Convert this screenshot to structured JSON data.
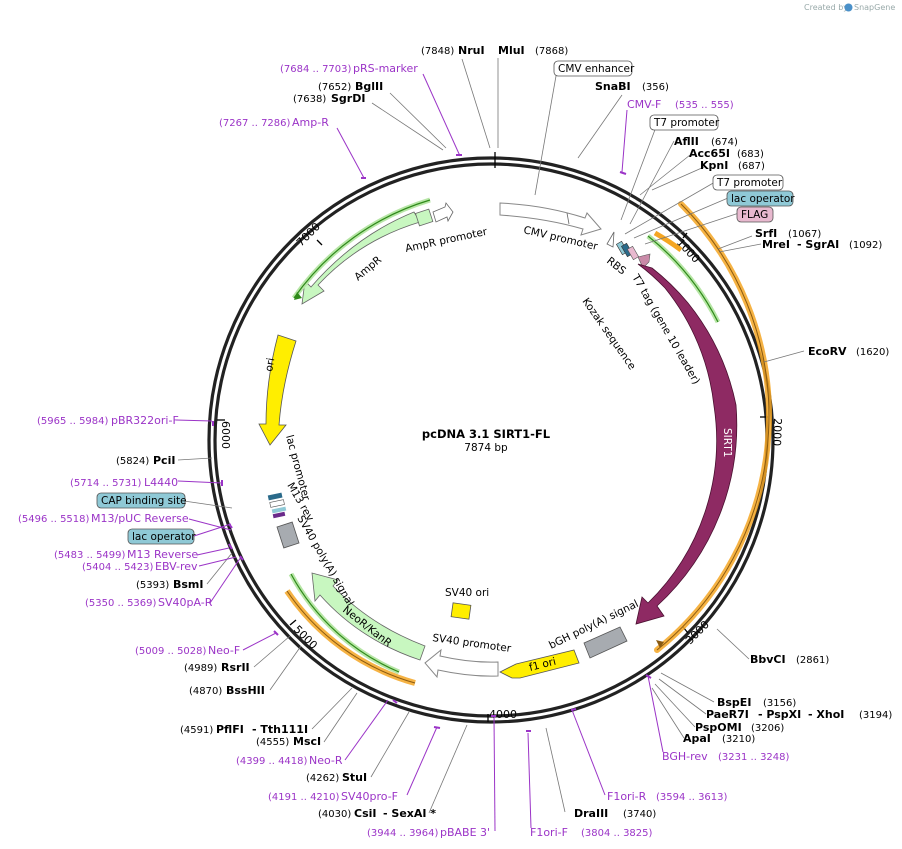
{
  "watermark": {
    "prefix": "Created by",
    "brand": "SnapGene"
  },
  "plasmid": {
    "name": "pcDNA 3.1 SIRT1-FL",
    "length_label": "7874 bp"
  },
  "tick_labels": [
    "1000",
    "2000",
    "3000",
    "4000",
    "5000",
    "6000",
    "7000"
  ],
  "sites": {
    "nrui": {
      "name": "NruI",
      "pos": "(7848)"
    },
    "mlui": {
      "name": "MluI",
      "pos": "(7868)"
    },
    "bglii": {
      "name": "BglII",
      "pos": "(7652)"
    },
    "sgrdi": {
      "name": "SgrDI",
      "pos": "(7638)"
    },
    "snabi": {
      "name": "SnaBI",
      "pos": "(356)"
    },
    "aflii": {
      "name": "AflII",
      "pos": "(674)"
    },
    "acc65i": {
      "name": "Acc65I",
      "pos": "(683)"
    },
    "kpni": {
      "name": "KpnI",
      "pos": "(687)"
    },
    "srfi": {
      "name": "SrfI",
      "pos": "(1067)"
    },
    "mrei": {
      "name": "MreI",
      "sep": "- SgrAI",
      "pos": "(1092)"
    },
    "ecorv": {
      "name": "EcoRV",
      "pos": "(1620)"
    },
    "bbvci": {
      "name": "BbvCI",
      "pos": "(2861)"
    },
    "bspei": {
      "name": "BspEI",
      "pos": "(3156)"
    },
    "paer7i": {
      "name": "PaeR7I",
      "sep": "- PspXI",
      "sep2": "- XhoI",
      "pos": "(3194)"
    },
    "pspomi": {
      "name": "PspOMI",
      "pos": "(3206)"
    },
    "apai": {
      "name": "ApaI",
      "pos": "(3210)"
    },
    "draiii": {
      "name": "DraIII",
      "pos": "(3740)"
    },
    "csii": {
      "name": "CsiI",
      "sep": "- SexAI *",
      "pos": "(4030)"
    },
    "stui": {
      "name": "StuI",
      "pos": "(4262)"
    },
    "msci": {
      "name": "MscI",
      "pos": "(4555)"
    },
    "pflfi": {
      "name": "PflFI",
      "sep": "- Tth111I",
      "pos": "(4591)"
    },
    "bsshii": {
      "name": "BssHII",
      "pos": "(4870)"
    },
    "rsrii": {
      "name": "RsrII",
      "pos": "(4989)"
    },
    "bsmi": {
      "name": "BsmI",
      "pos": "(5393)"
    },
    "pcii": {
      "name": "PciI",
      "pos": "(5824)"
    }
  },
  "primers": {
    "prs_marker": {
      "name": "pRS-marker",
      "range": "(7684 .. 7703)"
    },
    "amp_r": {
      "name": "Amp-R",
      "range": "(7267 .. 7286)"
    },
    "cmv_f": {
      "name": "CMV-F",
      "range": "(535 .. 555)"
    },
    "pbr322ori_f": {
      "name": "pBR322ori-F",
      "range": "(5965 .. 5984)"
    },
    "l4440": {
      "name": "L4440",
      "range": "(5714 .. 5731)"
    },
    "m13_puc_rev": {
      "name": "M13/pUC Reverse",
      "range": "(5496 .. 5518)"
    },
    "m13_reverse": {
      "name": "M13 Reverse",
      "range": "(5483 .. 5499)"
    },
    "ebv_rev": {
      "name": "EBV-rev",
      "range": "(5404 .. 5423)"
    },
    "sv40pa_r": {
      "name": "SV40pA-R",
      "range": "(5350 .. 5369)"
    },
    "neo_f": {
      "name": "Neo-F",
      "range": "(5009 .. 5028)"
    },
    "neo_r": {
      "name": "Neo-R",
      "range": "(4399 .. 4418)"
    },
    "sv40pro_f": {
      "name": "SV40pro-F",
      "range": "(4191 .. 4210)"
    },
    "pbabe3": {
      "name": "pBABE 3'",
      "range": "(3944 .. 3964)"
    },
    "f1ori_f": {
      "name": "F1ori-F",
      "range": "(3804 .. 3825)"
    },
    "f1ori_r": {
      "name": "F1ori-R",
      "range": "(3594 .. 3613)"
    },
    "bgh_rev": {
      "name": "BGH-rev",
      "range": "(3231 .. 3248)"
    }
  },
  "boxed_features": {
    "cmv_enhancer": "CMV enhancer",
    "t7_promoter_1": "T7 promoter",
    "t7_promoter_2": "T7 promoter",
    "lac_operator_top": "lac operator",
    "flag": "FLAG",
    "cap_binding_site": "CAP binding site",
    "lac_operator_left": "lac operator"
  },
  "features": {
    "cmv_promoter": "CMV promoter",
    "rbs": "RBS",
    "t7_tag": "T7 tag (gene 10 leader)",
    "kozak": "Kozak sequence",
    "sirt1": "SIRT1",
    "bgh_polya": "bGH poly(A) signal",
    "f1_ori": "f1 ori",
    "sv40_promoter": "SV40 promoter",
    "sv40_ori": "SV40 ori",
    "neor_kanr": "NeoR/KanR",
    "sv40_polya": "SV40 poly(A) signal",
    "m13_rev": "M13 rev",
    "lac_promoter": "lac promoter",
    "ori": "ori",
    "ampr": "AmpR",
    "ampr_promoter": "AmpR promoter"
  },
  "colors": {
    "backbone": "#222222",
    "sirt1": "#8e2a63",
    "ori_yellow": "#ffee00",
    "ampr_green": "#c8f7c0",
    "bgh_gray": "#a7abb0",
    "orf_orange": "#f5a623",
    "orf_green": "#2f8a1a",
    "primer_purple": "#9b34c7",
    "lac_operator_blue": "#8fc9d6",
    "flag_pink": "#e8b9cf"
  }
}
